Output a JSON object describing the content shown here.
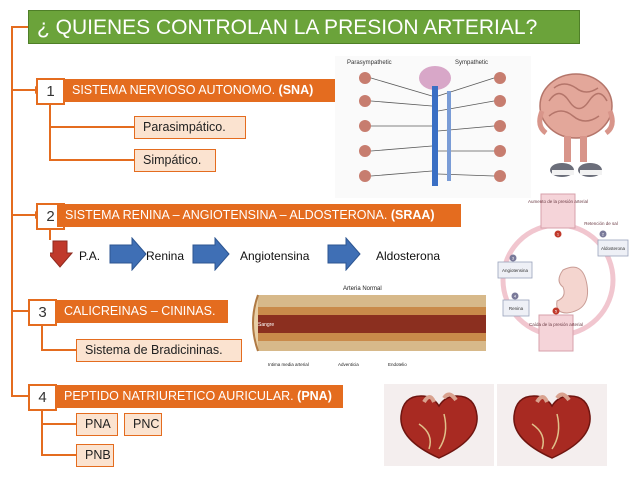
{
  "title": "¿ QUIENES CONTROLAN LA PRESION ARTERIAL?",
  "sections": [
    {
      "num": "1",
      "label": "SISTEMA NERVIOSO AUTONOMO.",
      "abbr": "(SNA)"
    },
    {
      "num": "2",
      "label": "SISTEMA RENINA – ANGIOTENSINA – ALDOSTERONA.",
      "abbr": "(SRAA)"
    },
    {
      "num": "3",
      "label": "CALICREINAS – CININAS.",
      "abbr": ""
    },
    {
      "num": "4",
      "label": "PEPTIDO NATRIURETICO AURICULAR.",
      "abbr": "(PNA)"
    }
  ],
  "subitems": {
    "parasimpatico": "Parasimpático.",
    "simpatico": "Simpático.",
    "bradicininas": "Sistema de Bradicininas.",
    "pna": "PNA",
    "pnc": "PNC",
    "pnb": "PNB"
  },
  "flow": [
    "P.A.",
    "Renina",
    "Angiotensina",
    "Aldosterona"
  ],
  "nervous_diagram": {
    "left_label": "Parasympathetic",
    "right_label": "Sympathetic"
  },
  "artery_diagram": {
    "title": "Arteria Normal",
    "labels": [
      "Sangre",
      "Intima media arterial",
      "Adventicia",
      "Endotelio"
    ]
  },
  "kidney_diagram": {
    "labels": [
      "Aumento de la presión arterial",
      "Retención de sal",
      "Aldosterona",
      "Angiotensina",
      "Renina",
      "Caída de la presión arterial"
    ],
    "numbers": [
      "1",
      "2",
      "3",
      "4",
      "5"
    ]
  },
  "colors": {
    "title_bg": "#6ba33a",
    "accent": "#e46c1f",
    "sub_bg": "#fbe3d0",
    "arrow_blue": "#3f6fb5",
    "arrow_red": "#c0392b"
  }
}
